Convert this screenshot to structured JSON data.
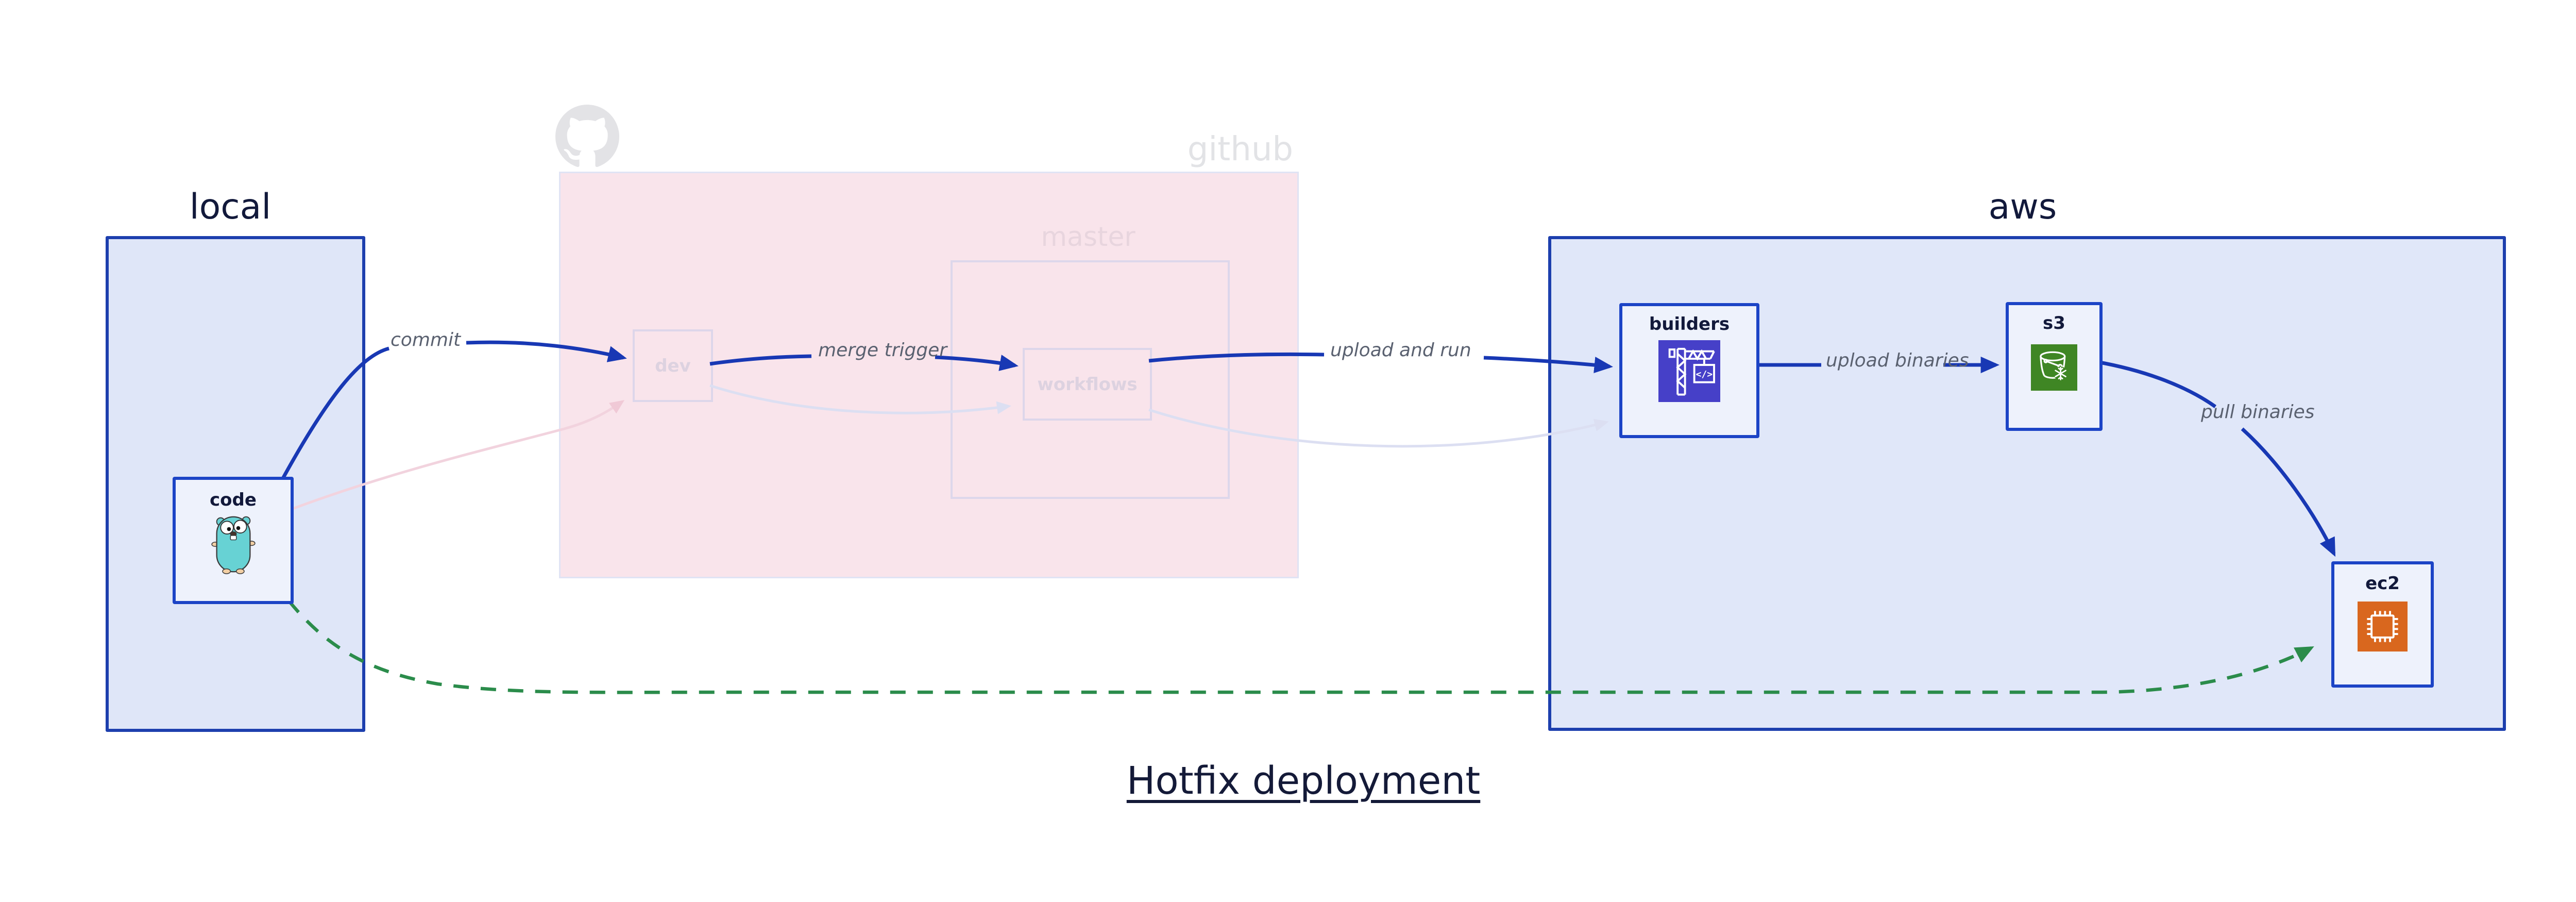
{
  "title": "Hotfix deployment",
  "colors": {
    "container_border": "#1d3fae",
    "container_fill_local": "#dfe6f8",
    "container_fill_aws": "#e0e7f9",
    "node_border": "#1c44c6",
    "node_fill": "#eef2fc",
    "arrow_blue": "#1838b4",
    "arrow_green_dashed": "#2b8c4b",
    "faded_region_fill": "#f9e4eb",
    "faded_arrow_pink": "#f0c9d6",
    "faded_arrow_lavender": "#dcdff2",
    "faded_border": "#ddd6ea",
    "faded_text": "#ddd2e0",
    "github_gray": "#e2e3e6",
    "dark_label": "#12193b",
    "edge_label_gray": "#5a6170",
    "codebuild_purple": "#4640c8",
    "s3_glacier_green": "#3f8624",
    "ec2_orange": "#d9671e",
    "gopher_teal": "#67d2d4"
  },
  "groups": {
    "local": {
      "label": "local"
    },
    "github": {
      "label": "github",
      "branch_label": "master"
    },
    "aws": {
      "label": "aws"
    }
  },
  "nodes": {
    "code": {
      "label": "code",
      "icon": "go-gopher"
    },
    "dev": {
      "label": "dev"
    },
    "workflows": {
      "label": "workflows"
    },
    "builders": {
      "label": "builders",
      "icon": "aws-codebuild"
    },
    "s3": {
      "label": "s3",
      "icon": "aws-s3-glacier"
    },
    "ec2": {
      "label": "ec2",
      "icon": "aws-ec2"
    }
  },
  "edges": {
    "commit": {
      "label": "commit",
      "from": "code",
      "to": "dev",
      "style": "solid-blue"
    },
    "merge_trigger": {
      "label": "merge trigger",
      "from": "dev",
      "to": "workflows",
      "style": "solid-blue"
    },
    "upload_and_run": {
      "label": "upload and run",
      "from": "workflows",
      "to": "builders",
      "style": "solid-blue"
    },
    "upload_binaries": {
      "label": "upload binaries",
      "from": "builders",
      "to": "s3",
      "style": "solid-blue"
    },
    "pull_binaries": {
      "label": "pull binaries",
      "from": "s3",
      "to": "ec2",
      "style": "solid-blue"
    },
    "hotfix_bypass": {
      "label": "",
      "from": "code",
      "to": "ec2",
      "style": "dashed-green"
    },
    "faded_code_to_dev": {
      "label": "",
      "from": "code",
      "to": "dev",
      "style": "faded-pink"
    },
    "faded_dev_to_workflows": {
      "label": "",
      "from": "dev",
      "to": "workflows",
      "style": "faded-lavender"
    },
    "faded_workflows_to_builders": {
      "label": "",
      "from": "workflows",
      "to": "builders",
      "style": "faded-lavender"
    }
  }
}
